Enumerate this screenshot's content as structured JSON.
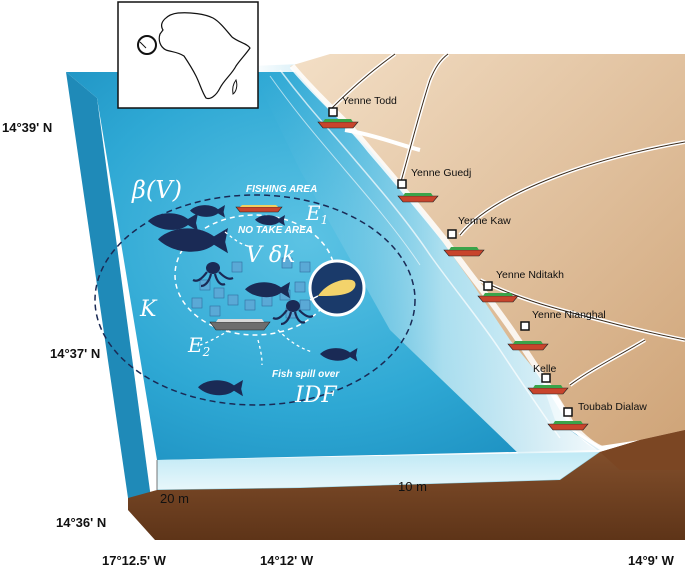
{
  "coordinates": {
    "lat_top": "14°39' N",
    "lat_mid": "14°37' N",
    "lat_bottom": "14°36' N",
    "lon_left": "17°12.5' W",
    "lon_mid": "14°12' W",
    "lon_right": "14°9' W"
  },
  "villages": [
    {
      "name": "Yenne Todd"
    },
    {
      "name": "Yenne Guedj"
    },
    {
      "name": "Yenne Kaw"
    },
    {
      "name": "Yenne Nditakh"
    },
    {
      "name": "Yenne Nianghal"
    },
    {
      "name": "Kelle"
    },
    {
      "name": "Toubab Dialaw"
    }
  ],
  "labels": {
    "fishing_area": "FISHING AREA",
    "no_take_area": "NO TAKE AREA",
    "fish_spill_line1": "Fish spill over",
    "fish_spill_line2": "IDF",
    "beta": "β(V)",
    "k": "K",
    "v_delta_k": "V δk",
    "e1": "E",
    "e1_sub": "1",
    "e2": "E",
    "e2_sub": "2"
  },
  "depths": {
    "left": "20 m",
    "right": "10 m"
  },
  "colors": {
    "sea": "#2aa6d2",
    "sea_light": "#8fd3ea",
    "land": "#e3c7a4",
    "soil": "#7d4a26",
    "silhouette": "#1a2a55"
  },
  "icons": [
    "africa-locator-map",
    "fish-silhouette",
    "octopus-silhouette",
    "pirogue-boat",
    "artificial-reef-blocks",
    "lure-inset"
  ]
}
